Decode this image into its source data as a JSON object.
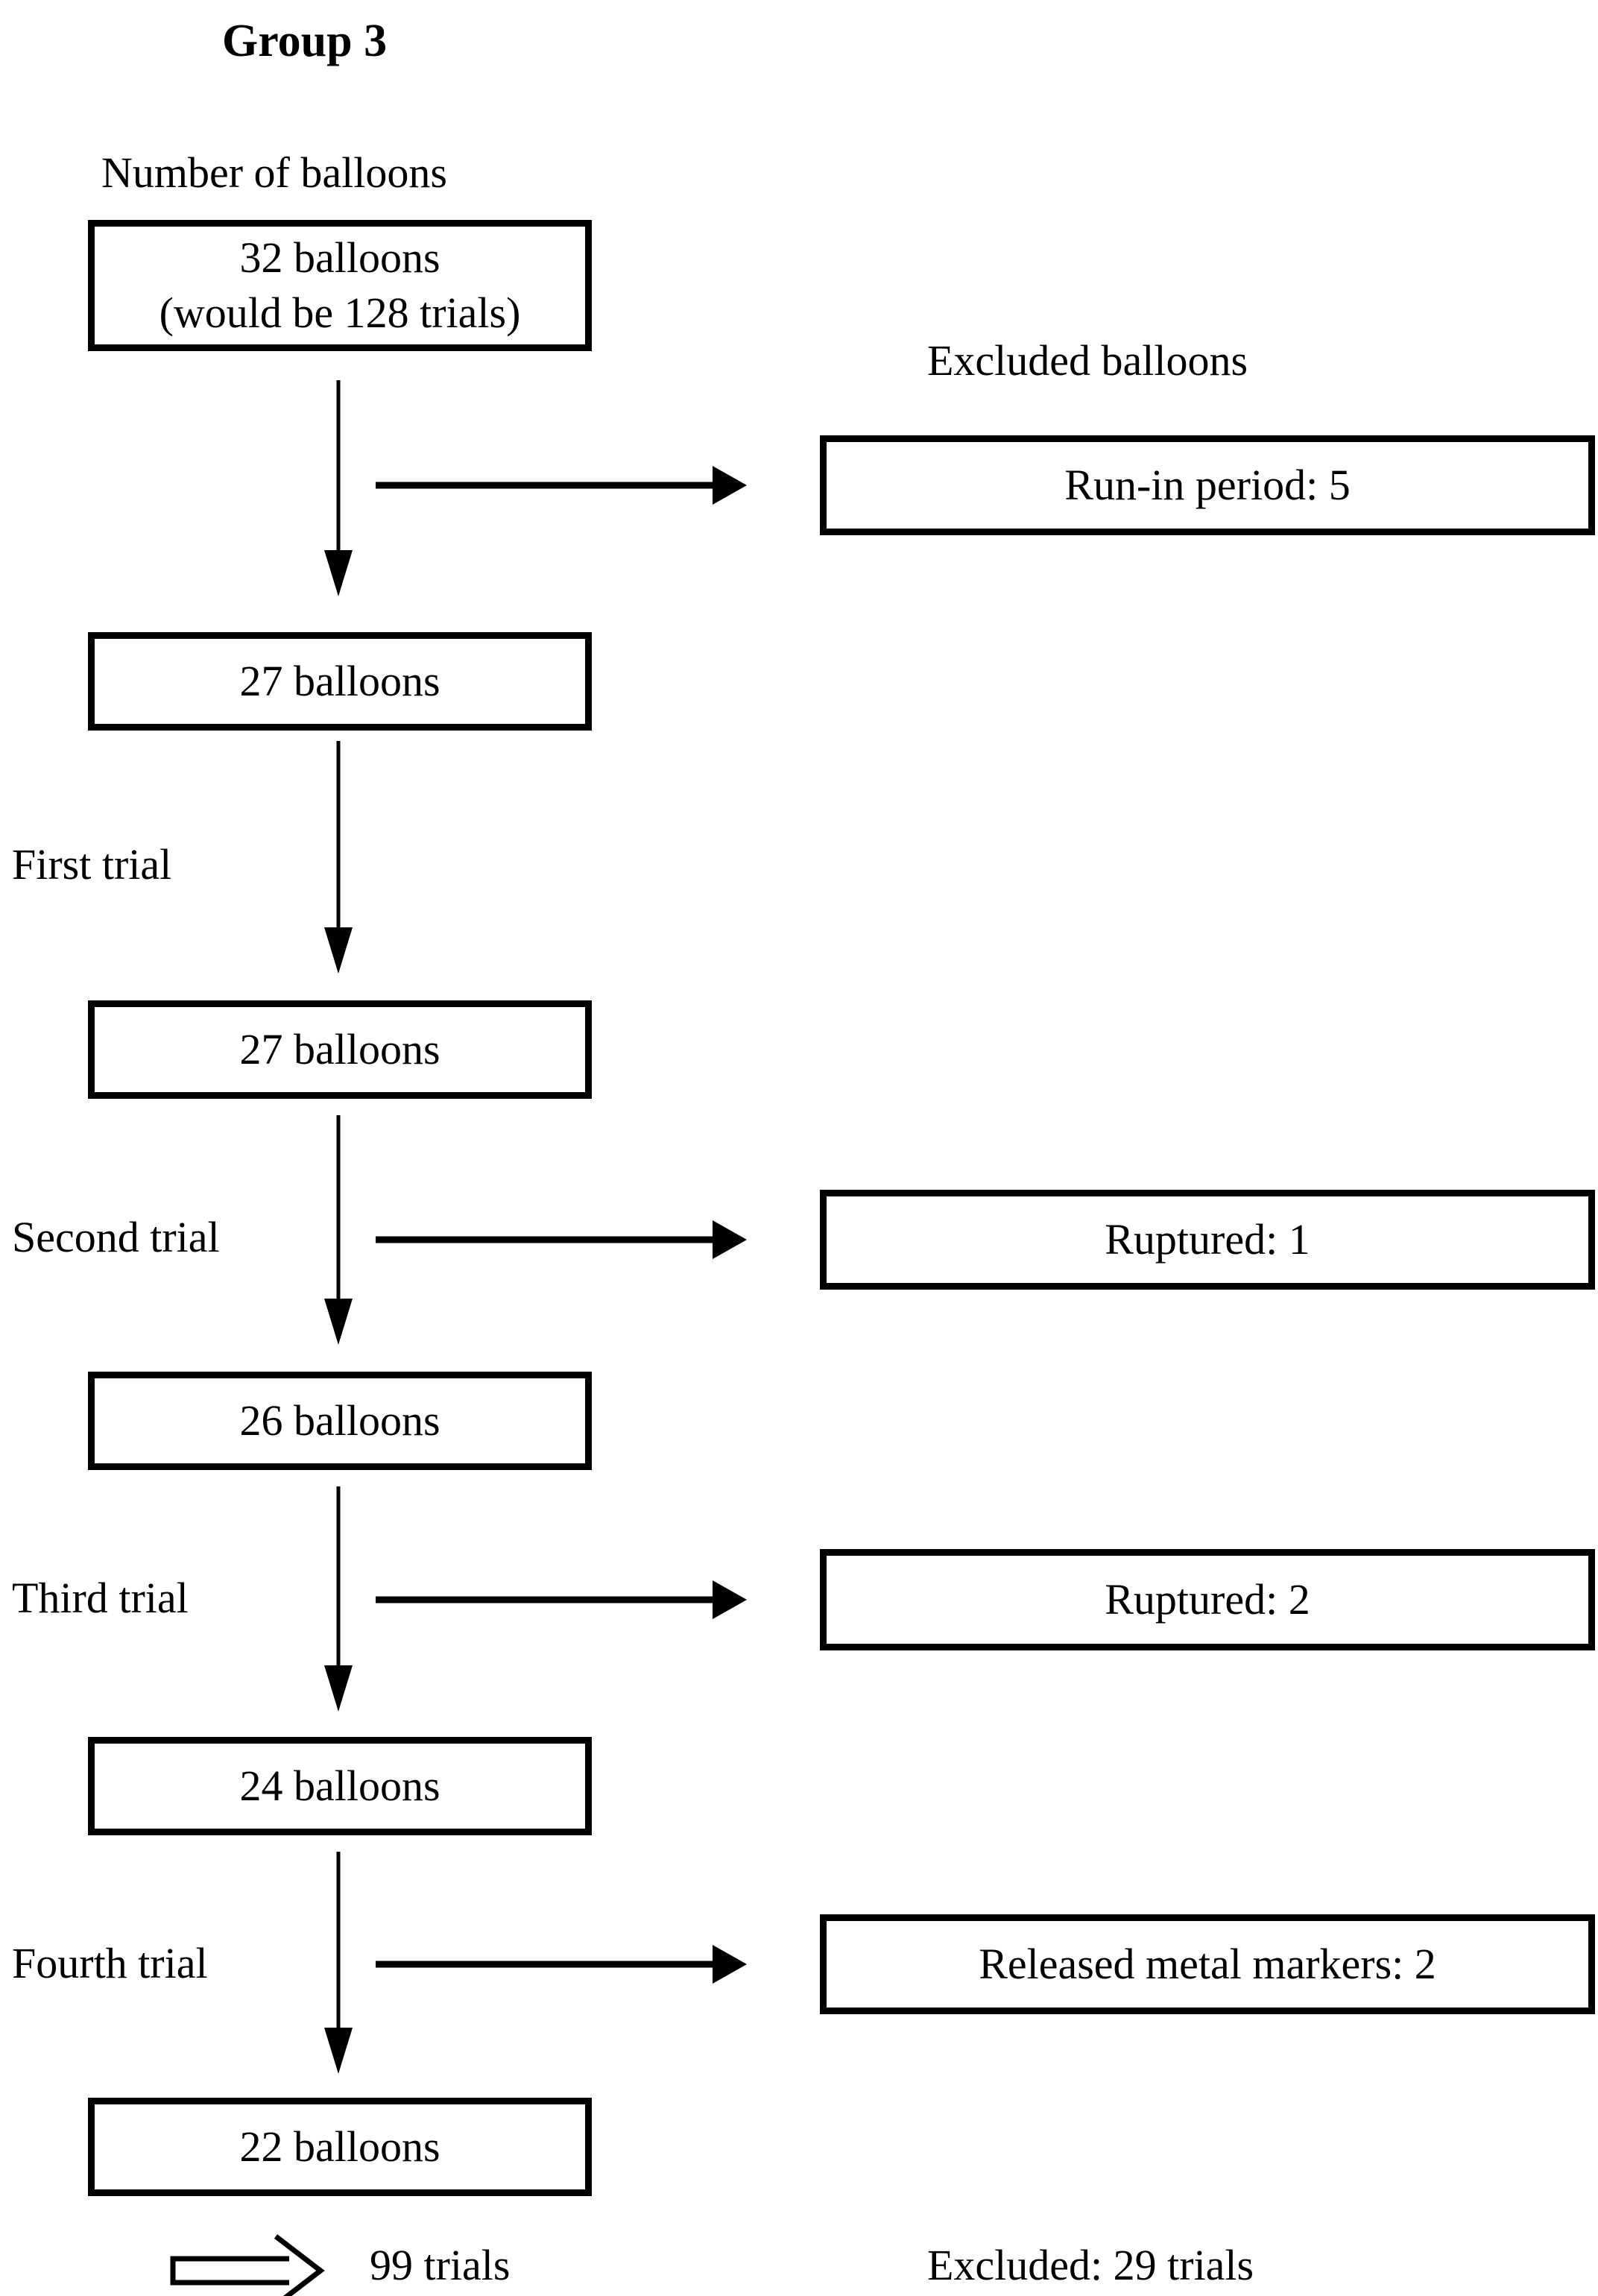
{
  "diagram": {
    "title": "Group 3",
    "left_column_header": "Number of balloons",
    "right_column_header": "Excluded balloons",
    "stages": [
      {
        "line1": "32 balloons",
        "line2": "(would be 128 trials)"
      },
      {
        "line1": "27 balloons"
      },
      {
        "line1": "27 balloons"
      },
      {
        "line1": "26 balloons"
      },
      {
        "line1": "24 balloons"
      },
      {
        "line1": "22 balloons"
      }
    ],
    "trial_labels": [
      "First trial",
      "Second trial",
      "Third trial",
      "Fourth trial"
    ],
    "exclusions": [
      "Run-in period: 5",
      "Ruptured: 1",
      "Ruptured: 2",
      "Released metal markers: 2"
    ],
    "totals": {
      "included": "99 trials",
      "excluded": "Excluded: 29 trials"
    },
    "colors": {
      "ink": "#000000",
      "background": "#ffffff"
    }
  }
}
